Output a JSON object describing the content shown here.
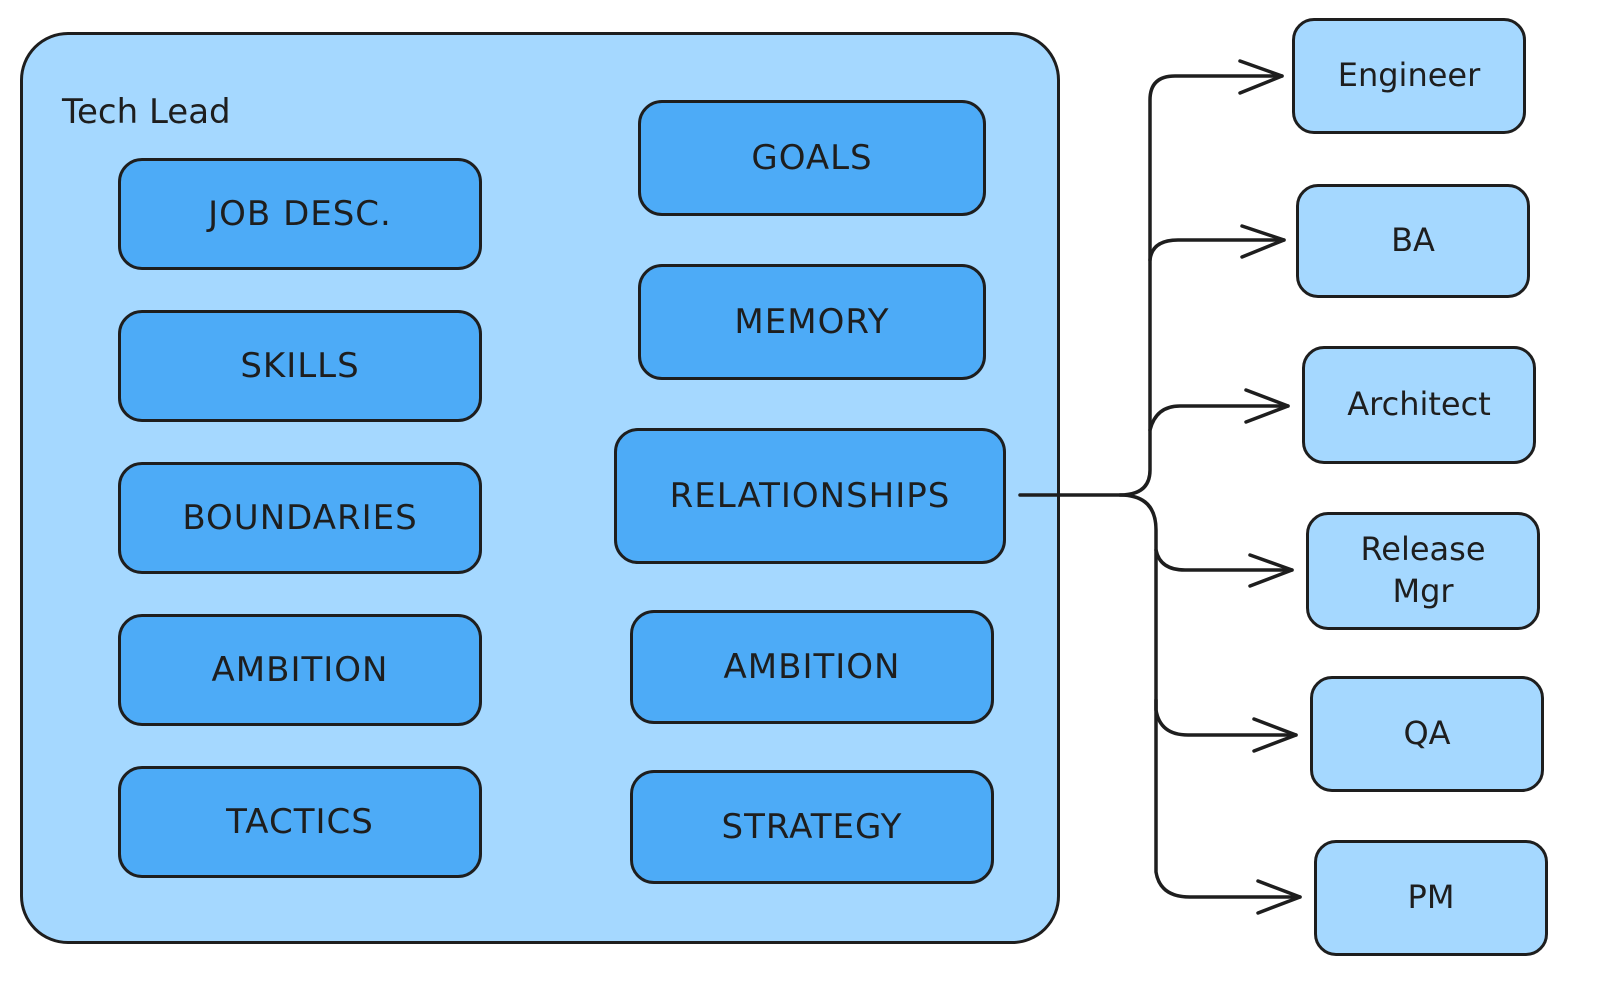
{
  "colors": {
    "container": "#a5d8ff",
    "block": "#4dabf7",
    "stroke": "#1e1e1e"
  },
  "container": {
    "title": "Tech Lead"
  },
  "left_column": [
    "JOB DESC.",
    "SKILLS",
    "BOUNDARIES",
    "AMBITION",
    "TACTICS"
  ],
  "right_column": [
    "GOALS",
    "MEMORY",
    "RELATIONSHIPS",
    "AMBITION",
    "STRATEGY"
  ],
  "relationships": {
    "source": "RELATIONSHIPS",
    "targets": [
      "Engineer",
      "BA",
      "Architect",
      "Release Mgr",
      "QA",
      "PM"
    ]
  }
}
